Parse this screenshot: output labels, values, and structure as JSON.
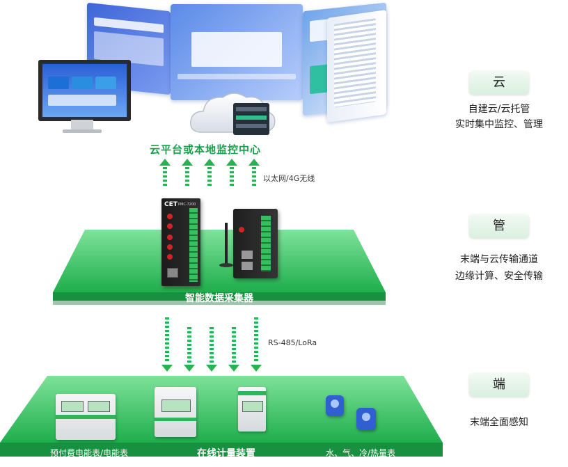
{
  "cloud": {
    "caption": "云平台或本地监控中心",
    "link_label": "以太网/4G无线"
  },
  "manage": {
    "caption": "智能数据采集器",
    "device_label": "PMC-7200",
    "brand": "CET",
    "link_label": "RS-485/LoRa"
  },
  "terminal": {
    "caption": "在线计量装置",
    "left_label": "预付费电能表/电能表",
    "right_label": "水、气、冷/热量表"
  },
  "tiers": [
    {
      "name": "云",
      "desc": [
        "自建云/云托管",
        "实时集中监控、管理"
      ]
    },
    {
      "name": "管",
      "desc": [
        "末端与云传输通道",
        "边缘计算、安全传输"
      ]
    },
    {
      "name": "端",
      "desc": [
        "末端全面感知"
      ]
    }
  ],
  "colors": {
    "accent_green": "#1aa04c",
    "platform_green": "#2cc35c"
  }
}
